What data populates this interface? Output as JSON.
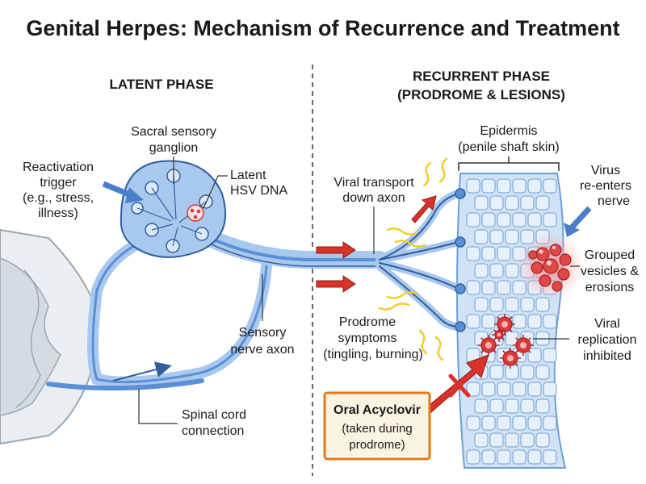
{
  "title": "Genital Herpes: Mechanism of Recurrence and Treatment",
  "latent_phase": {
    "heading": "LATENT PHASE",
    "ganglion": [
      "Sacral sensory",
      "ganglion"
    ],
    "trigger": [
      "Reactivation",
      "trigger",
      "(e.g., stress,",
      "illness)"
    ],
    "latent_dna": [
      "Latent",
      "HSV DNA"
    ],
    "axon": [
      "Sensory",
      "nerve axon"
    ],
    "spinal": [
      "Spinal cord",
      "connection"
    ]
  },
  "recurrent_phase": {
    "heading": [
      "RECURRENT PHASE",
      "(PRODROME & LESIONS)"
    ],
    "epidermis": [
      "Epidermis",
      "(penile shaft skin)"
    ],
    "transport": [
      "Viral transport",
      "down axon"
    ],
    "reenter": [
      "Virus",
      "re-enters",
      "nerve"
    ],
    "vesicles": [
      "Grouped",
      "vesicles &",
      "erosions"
    ],
    "prodrome": [
      "Prodrome",
      "symptoms",
      "(tingling, burning)"
    ],
    "replication": [
      "Viral",
      "replication",
      "inhibited"
    ]
  },
  "treatment": {
    "drug": "Oral Acyclovir",
    "note": [
      "(taken during",
      "prodrome)"
    ]
  },
  "colors": {
    "nerve": "#5b8fd6",
    "nerve_light": "#a9c8ee",
    "nerve_dark": "#2f5f9e",
    "skin": "#cfe2f6",
    "cell_stroke": "#6f9fd2",
    "virus": "#d93a3a",
    "arrow_red": "#d8322a",
    "drug_box_stroke": "#e07a1f",
    "drug_box_fill": "#fdf3e3",
    "tingle": "#f2cc2f"
  }
}
